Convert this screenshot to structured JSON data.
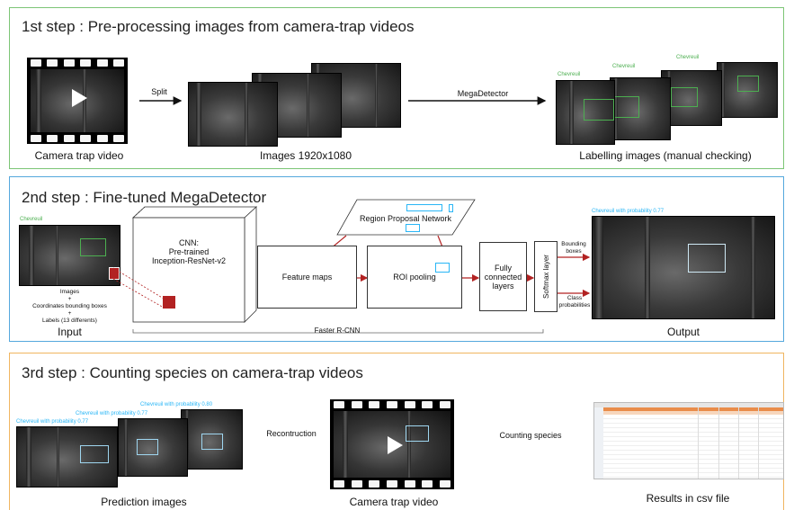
{
  "step1": {
    "title": "1st step : Pre-processing images from camera-trap videos",
    "video_label": "Camera trap video",
    "split_label": "Split",
    "images_label": "Images 1920x1080",
    "megadetector_label": "MegaDetector",
    "labelling_label": "Labelling images (manual checking)",
    "frame_tag": "Chevreuil"
  },
  "step2": {
    "title": "2nd step : Fine-tuned MegaDetector",
    "input_tag": "Chevreuil",
    "input_desc": [
      "Images",
      "+",
      "Coordinates bounding boxes",
      "+",
      "Labels (13 differents)"
    ],
    "input_label": "Input",
    "cnn_label": "CNN:\nPre-trained\nInception-ResNet-v2",
    "rpn_label": "Region Proposal Network",
    "feature_maps_label": "Feature maps",
    "roi_label": "ROI pooling",
    "fc_label": "Fully\nconnected\nlayers",
    "softmax_label": "Softmax layer",
    "bbox_label": "Bounding\nboxes",
    "class_label": "Class\nprobabilities",
    "faster_rcnn_label": "Faster R-CNN",
    "output_tag": "Chevreuil with probability 0.77",
    "output_label": "Output"
  },
  "step3": {
    "title": "3rd step : Counting species on camera-trap videos",
    "pred_tags": [
      "Chevreuil with probability 0.77",
      "Chevreuil with probability 0.77",
      "Chevreuil with probability 0.80"
    ],
    "pred_label": "Prediction images",
    "reconstruction_label": "Recontruction",
    "video_label": "Camera trap video",
    "counting_label": "Counting species",
    "results_label": "Results in csv file"
  },
  "colors": {
    "step1_border": "#7cc576",
    "step2_border": "#55a8dd",
    "step3_border": "#f0b560",
    "detection_green": "#4caf50",
    "detection_cyan": "#29b6f6",
    "roi_red": "#b22222"
  }
}
